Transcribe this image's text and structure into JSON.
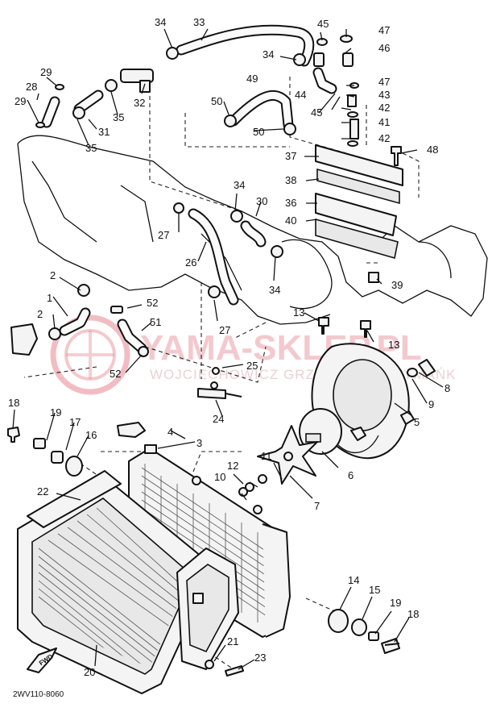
{
  "diagram": {
    "drawing_code": "2WV110-8060",
    "forward_marker": "FWD",
    "watermark": {
      "brand": "YAMA-SKLEP.PL",
      "owner": "WOJCIECHOWICZ GRZEGORZ MAŻYMAŃK",
      "logo_color": "#e7868f"
    },
    "ink_color": "#111111",
    "callouts": [
      {
        "id": "c1",
        "label": "1"
      },
      {
        "id": "c2a",
        "label": "2"
      },
      {
        "id": "c2b",
        "label": "2"
      },
      {
        "id": "c3",
        "label": "3"
      },
      {
        "id": "c4",
        "label": "4"
      },
      {
        "id": "c5",
        "label": "5"
      },
      {
        "id": "c6",
        "label": "6"
      },
      {
        "id": "c7",
        "label": "7"
      },
      {
        "id": "c8",
        "label": "8"
      },
      {
        "id": "c9",
        "label": "9"
      },
      {
        "id": "c10",
        "label": "10"
      },
      {
        "id": "c11",
        "label": "11"
      },
      {
        "id": "c12",
        "label": "12"
      },
      {
        "id": "c13a",
        "label": "13"
      },
      {
        "id": "c13b",
        "label": "13"
      },
      {
        "id": "c14",
        "label": "14"
      },
      {
        "id": "c15",
        "label": "15"
      },
      {
        "id": "c16",
        "label": "16"
      },
      {
        "id": "c17",
        "label": "17"
      },
      {
        "id": "c18a",
        "label": "18"
      },
      {
        "id": "c18b",
        "label": "18"
      },
      {
        "id": "c19a",
        "label": "19"
      },
      {
        "id": "c19b",
        "label": "19"
      },
      {
        "id": "c20",
        "label": "20"
      },
      {
        "id": "c21",
        "label": "21"
      },
      {
        "id": "c22",
        "label": "22"
      },
      {
        "id": "c23",
        "label": "23"
      },
      {
        "id": "c24",
        "label": "24"
      },
      {
        "id": "c25",
        "label": "25"
      },
      {
        "id": "c26",
        "label": "26"
      },
      {
        "id": "c27a",
        "label": "27"
      },
      {
        "id": "c27b",
        "label": "27"
      },
      {
        "id": "c28",
        "label": "28"
      },
      {
        "id": "c29a",
        "label": "29"
      },
      {
        "id": "c29b",
        "label": "29"
      },
      {
        "id": "c30",
        "label": "30"
      },
      {
        "id": "c31",
        "label": "31"
      },
      {
        "id": "c32",
        "label": "32"
      },
      {
        "id": "c33",
        "label": "33"
      },
      {
        "id": "c34a",
        "label": "34"
      },
      {
        "id": "c34b",
        "label": "34"
      },
      {
        "id": "c34c",
        "label": "34"
      },
      {
        "id": "c34d",
        "label": "34"
      },
      {
        "id": "c35a",
        "label": "35"
      },
      {
        "id": "c35b",
        "label": "35"
      },
      {
        "id": "c36",
        "label": "36"
      },
      {
        "id": "c37",
        "label": "37"
      },
      {
        "id": "c38",
        "label": "38"
      },
      {
        "id": "c39",
        "label": "39"
      },
      {
        "id": "c40",
        "label": "40"
      },
      {
        "id": "c41",
        "label": "41"
      },
      {
        "id": "c42a",
        "label": "42"
      },
      {
        "id": "c42b",
        "label": "42"
      },
      {
        "id": "c43",
        "label": "43"
      },
      {
        "id": "c44",
        "label": "44"
      },
      {
        "id": "c45a",
        "label": "45"
      },
      {
        "id": "c45b",
        "label": "45"
      },
      {
        "id": "c46",
        "label": "46"
      },
      {
        "id": "c47a",
        "label": "47"
      },
      {
        "id": "c47b",
        "label": "47"
      },
      {
        "id": "c48",
        "label": "48"
      },
      {
        "id": "c49",
        "label": "49"
      },
      {
        "id": "c50a",
        "label": "50"
      },
      {
        "id": "c50b",
        "label": "50"
      },
      {
        "id": "c51",
        "label": "51"
      },
      {
        "id": "c52a",
        "label": "52"
      },
      {
        "id": "c52b",
        "label": "52"
      }
    ]
  }
}
